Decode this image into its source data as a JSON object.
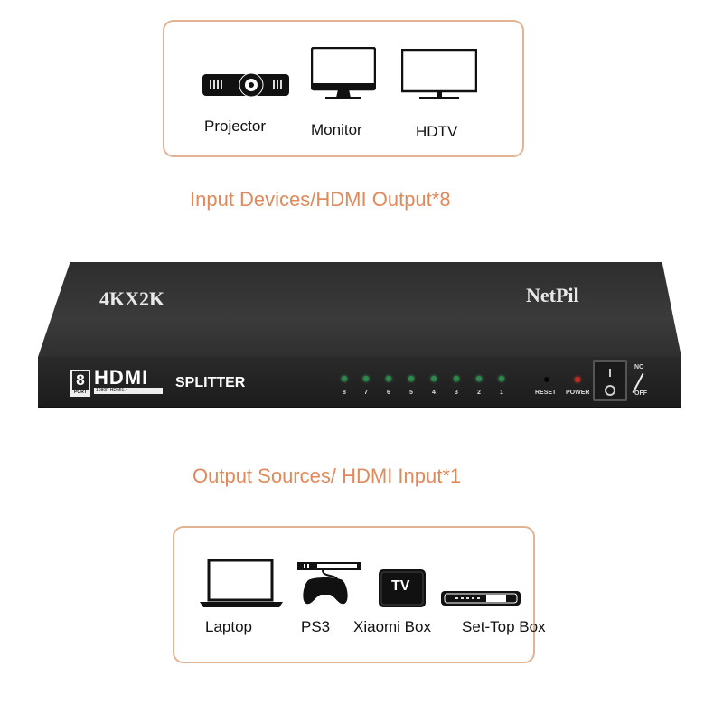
{
  "output_devices_panel": {
    "items": [
      {
        "label": "Projector",
        "icon": "projector-icon"
      },
      {
        "label": "Monitor",
        "icon": "monitor-icon"
      },
      {
        "label": "HDTV",
        "icon": "tv-icon"
      }
    ]
  },
  "captions": {
    "top": "Input Devices/HDMI Output*8",
    "bottom": "Output Sources/ HDMI Input*1"
  },
  "splitter": {
    "resolution_label": "4KX2K",
    "brand": "NetPil",
    "port_count": "8",
    "port_word": "PORT",
    "hdmi_logo": "HDMI",
    "hdmi_sub": "1080P HDMI1.4",
    "type_label": "SPLITTER",
    "led_numbers": [
      "8",
      "7",
      "6",
      "5",
      "4",
      "3",
      "2",
      "1"
    ],
    "reset_label": "RESET",
    "power_label": "POWER",
    "switch_on_label": "NO",
    "switch_off_label": "OFF",
    "colors": {
      "led_green": "#2c8a4c",
      "power_led": "#c42a1d",
      "body": "#2d2d2d"
    }
  },
  "input_sources_panel": {
    "items": [
      {
        "label": "Laptop",
        "icon": "laptop-icon"
      },
      {
        "label": "PS3",
        "icon": "ps3-controller-icon"
      },
      {
        "label": "Xiaomi Box",
        "icon": "tv-box-icon",
        "badge": "TV"
      },
      {
        "label": "Set-Top Box",
        "icon": "set-top-box-icon"
      }
    ]
  },
  "colors": {
    "accent": "#e08a5c",
    "card_border": "#e2b392"
  }
}
